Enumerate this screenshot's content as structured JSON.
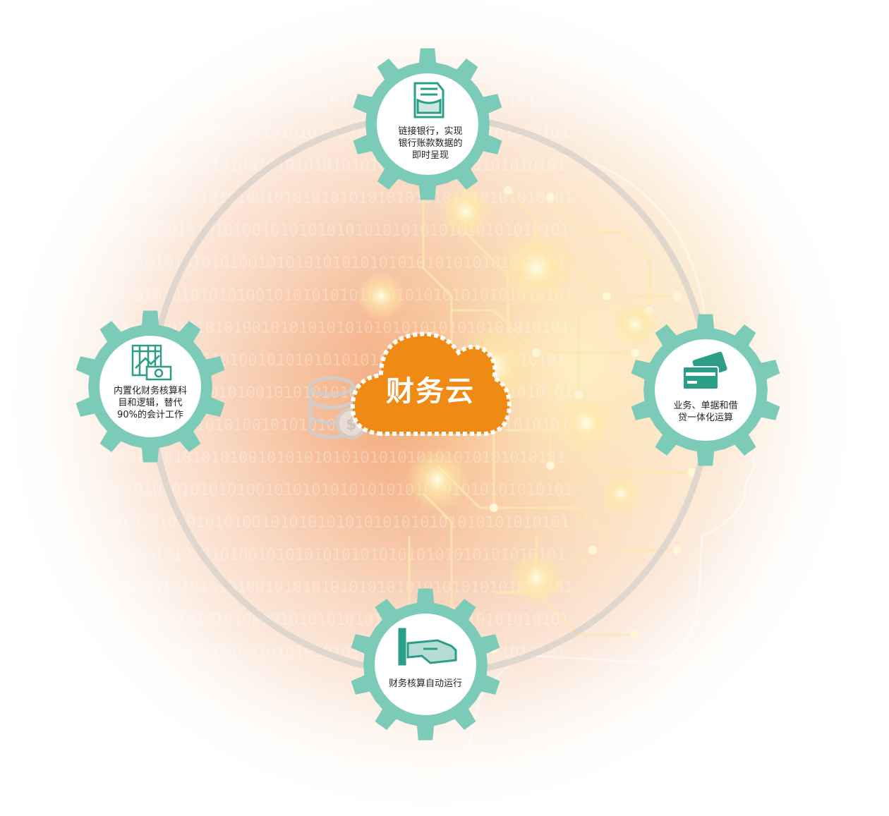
{
  "center": {
    "label": "财务云"
  },
  "nodes": [
    {
      "id": "top",
      "text": "链接银行，实现\n银行账款数据的\n即时呈现",
      "icon": "document-icon"
    },
    {
      "id": "left",
      "text": "内置化财务核算科\n目和逻辑，替代\n90%的会计工作",
      "icon": "ledger-money-icon"
    },
    {
      "id": "right",
      "text": "业务、单据和借\n贷一体化运算",
      "icon": "credit-card-icon"
    },
    {
      "id": "bottom",
      "text": "财务核算自动运行",
      "icon": "hand-card-icon"
    }
  ],
  "colors": {
    "gear": "#7ccbb8",
    "icon": "#2a9e86",
    "cloud": "#ef8a14",
    "ring": "#d9d2cc",
    "glow": "#f6b98c",
    "circuit": "#fbe9b5"
  }
}
